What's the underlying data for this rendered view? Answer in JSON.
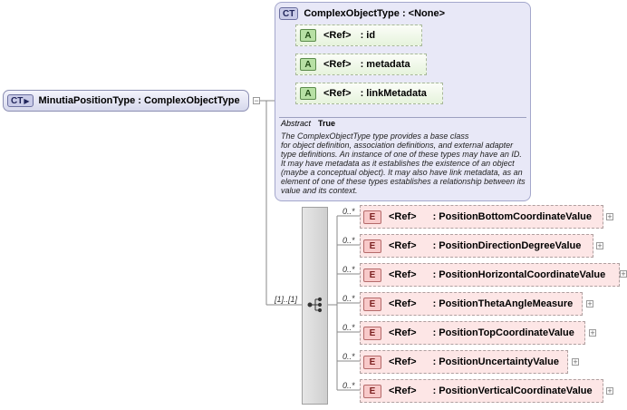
{
  "root": {
    "badge": "CT",
    "label": "MinutiaPositionType : ComplexObjectType"
  },
  "base_type": {
    "badge": "CT",
    "title": "ComplexObjectType : <None>",
    "attributes": [
      {
        "badge": "A",
        "ref": "<Ref>",
        "name": ": id"
      },
      {
        "badge": "A",
        "ref": "<Ref>",
        "name": ": metadata"
      },
      {
        "badge": "A",
        "ref": "<Ref>",
        "name": ": linkMetadata"
      }
    ],
    "abstract_label": "Abstract",
    "abstract_value": "True",
    "description_lines": [
      "The ComplexObjectType type provides a base class",
      "for object definition, association definitions, and external adapter",
      "type definitions. An instance of one of these types may have an ID.",
      "It may have metadata as it establishes the existence of an object",
      "(maybe a conceptual object). It may also have link metadata, as an",
      "element of one of these types establishes a relationship between its",
      "value and its context."
    ]
  },
  "sequence": {
    "multiplicity": "[1]..[1]",
    "icon": "sequence-icon"
  },
  "elements": [
    {
      "badge": "E",
      "ref": "<Ref>",
      "name": ": PositionBottomCoordinateValue",
      "multiplicity": "0..*"
    },
    {
      "badge": "E",
      "ref": "<Ref>",
      "name": ": PositionDirectionDegreeValue",
      "multiplicity": "0..*"
    },
    {
      "badge": "E",
      "ref": "<Ref>",
      "name": ": PositionHorizontalCoordinateValue",
      "multiplicity": "0..*"
    },
    {
      "badge": "E",
      "ref": "<Ref>",
      "name": ": PositionThetaAngleMeasure",
      "multiplicity": "0..*"
    },
    {
      "badge": "E",
      "ref": "<Ref>",
      "name": ": PositionTopCoordinateValue",
      "multiplicity": "0..*"
    },
    {
      "badge": "E",
      "ref": "<Ref>",
      "name": ": PositionUncertaintyValue",
      "multiplicity": "0..*"
    },
    {
      "badge": "E",
      "ref": "<Ref>",
      "name": ": PositionVerticalCoordinateValue",
      "multiplicity": "0..*"
    }
  ],
  "colors": {
    "complex_type_fill": "#e8e8f7",
    "attribute_fill": "#e6f3dc",
    "element_fill": "#fde6e6",
    "connector": "#8a8a8a"
  }
}
